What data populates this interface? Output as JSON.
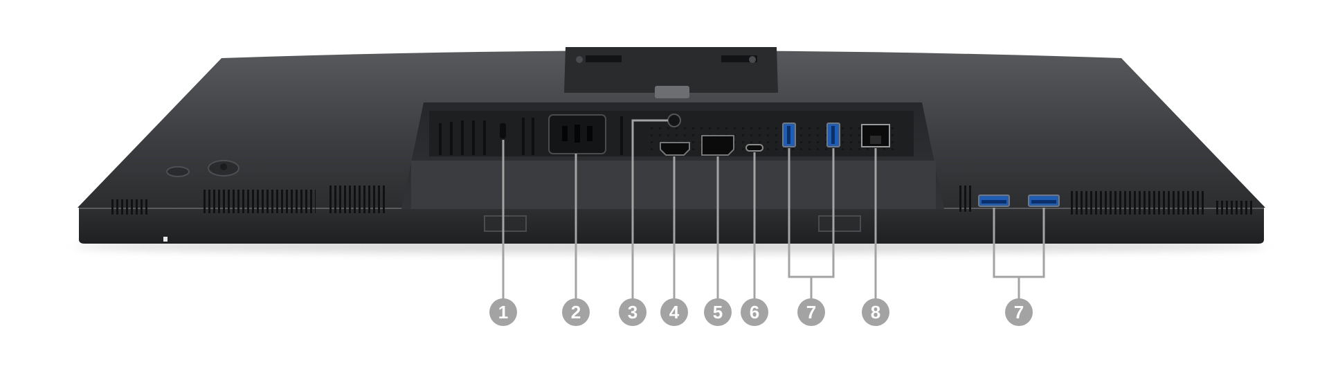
{
  "figure": {
    "background": "#ffffff",
    "monitor_color": "#3c3d3f",
    "callout_color": "#a3a3a3",
    "callout_text_color": "#ffffff"
  },
  "callouts": [
    {
      "id": 1,
      "label": "1",
      "target": "security-lock-slot"
    },
    {
      "id": 2,
      "label": "2",
      "target": "power-connector"
    },
    {
      "id": 3,
      "label": "3",
      "target": "stand-lock-screw"
    },
    {
      "id": 4,
      "label": "4",
      "target": "hdmi-port"
    },
    {
      "id": 5,
      "label": "5",
      "target": "displayport"
    },
    {
      "id": 6,
      "label": "6",
      "target": "usb-c-port"
    },
    {
      "id": 7,
      "label": "7",
      "target": "usb-a-ports-rear"
    },
    {
      "id": 8,
      "label": "8",
      "target": "rj45-port"
    },
    {
      "id": 9,
      "label": "7",
      "target": "usb-a-ports-side"
    }
  ]
}
